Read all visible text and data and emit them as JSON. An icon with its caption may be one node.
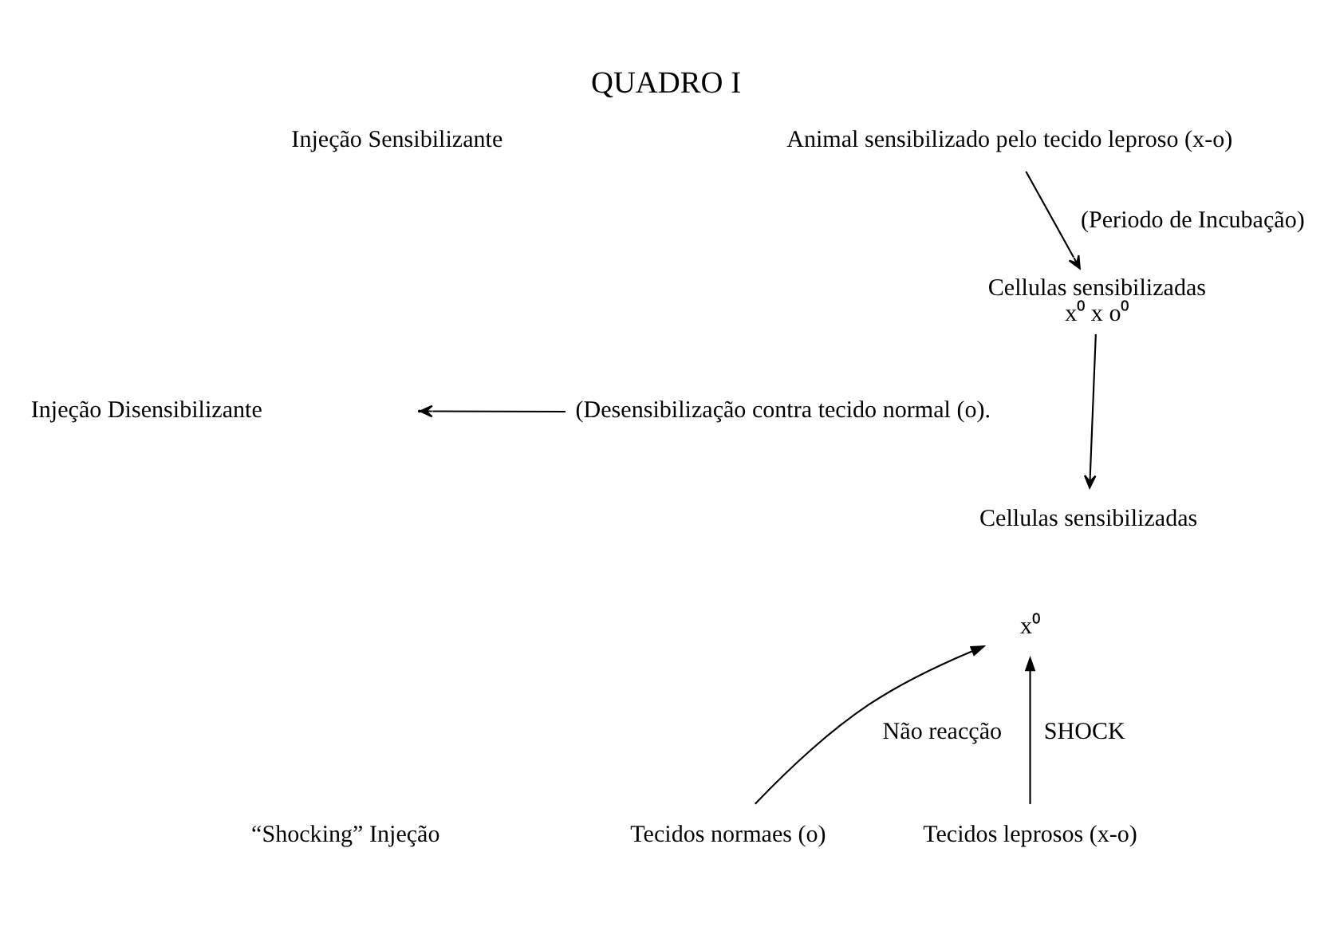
{
  "diagram": {
    "title": "QUADRO I",
    "nodes": [
      {
        "text": [
          "Animal sensibilizado pelo tecido leproso (x-o)"
        ]
      },
      {
        "text": [
          "Cellulas sensibilizadas",
          "x⁰ x o⁰"
        ]
      },
      {
        "text": [
          "(Desensibilização contra tecido normal (o)."
        ]
      },
      {
        "text": [
          "Cellulas sensibilizadas"
        ]
      },
      {
        "text": [
          "x⁰"
        ]
      },
      {
        "text": [
          "Tecidos leprosos (x-o)"
        ]
      },
      {
        "text": [
          "Tecidos normaes (o)"
        ]
      }
    ],
    "edges": [
      {
        "from": 0,
        "to": 1,
        "arrow": "to",
        "label": "(Periodo de Incubação)"
      },
      {
        "from": 1,
        "to": 3,
        "arrow": "to"
      },
      {
        "from": 2,
        "to": null,
        "arrow": "to"
      },
      {
        "from": 5,
        "to": 4,
        "arrow": "to",
        "label": "SHOCK"
      },
      {
        "from": 6,
        "to": 4,
        "arrow": "to",
        "label": "Não reacção"
      }
    ],
    "labels": [
      "Injeção Sensibilizante",
      "Injeção Disensibilizante",
      "“Shocking” Injeção"
    ]
  }
}
